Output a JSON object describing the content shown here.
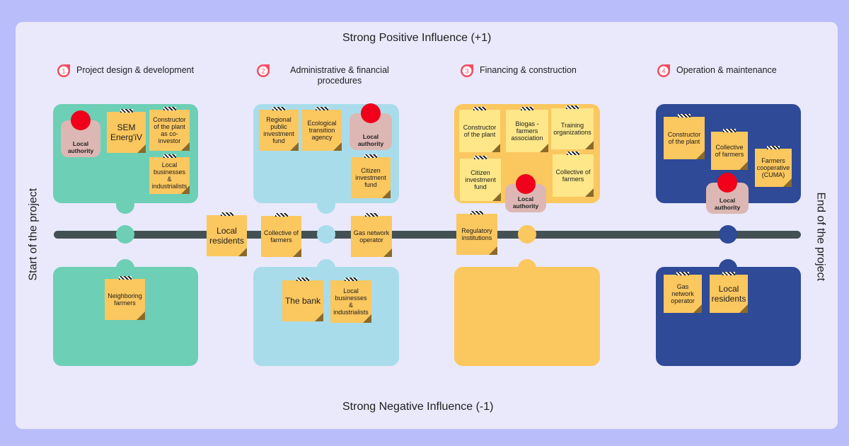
{
  "top_label": "Strong Positive Influence (+1)",
  "bottom_label": "Strong Negative Influence (-1)",
  "left_label": "Start of the project",
  "right_label": "End of the project",
  "colors": {
    "phase1": "#6dcfb5",
    "phase2": "#a9dcea",
    "phase3": "#fbc75f",
    "phase4": "#2f4a96",
    "note": "#fbc75f",
    "pin": "#f0001a",
    "authority_bg": "#dcb7b4",
    "timeline": "#435155"
  },
  "phases": [
    {
      "num": "1",
      "title": "Project design & development"
    },
    {
      "num": "2",
      "title": "Administrative & financial procedures"
    },
    {
      "num": "3",
      "title": "Financing & construction"
    },
    {
      "num": "4",
      "title": "Operation & maintenance"
    }
  ],
  "notes": {
    "p1_sem": "SEM Energ'iV",
    "p1_constructor": "Constructor of the plant as co-investor",
    "p1_local_business": "Local businesses & industrialists",
    "p1_neighbor": "Neighboring farmers",
    "p2_regional": "Regional public investment fund",
    "p2_ecological": "Ecological transition agency",
    "p2_citizen": "Citizen investment fund",
    "p2_bank": "The bank",
    "p2_local_business": "Local businesses & industrialists",
    "timeline_local_residents": "Local residents",
    "timeline_collective": "Collective of farmers",
    "timeline_gas": "Gas network operator",
    "timeline_regulatory": "Regulatory institutions",
    "p3_constructor": "Constructor of the plant",
    "p3_biogas": "Biogas - farmers association",
    "p3_training": "Training organizations",
    "p3_citizen": "Citizen investment fund",
    "p3_collective": "Collective of farmers",
    "p4_constructor": "Constructor of the plant",
    "p4_collective": "Collective of farmers",
    "p4_cuma": "Farmers cooperative (CUMA)",
    "p4_gas": "Gas network operator",
    "p4_local_residents": "Local residents"
  },
  "authority_label": "Local authority"
}
